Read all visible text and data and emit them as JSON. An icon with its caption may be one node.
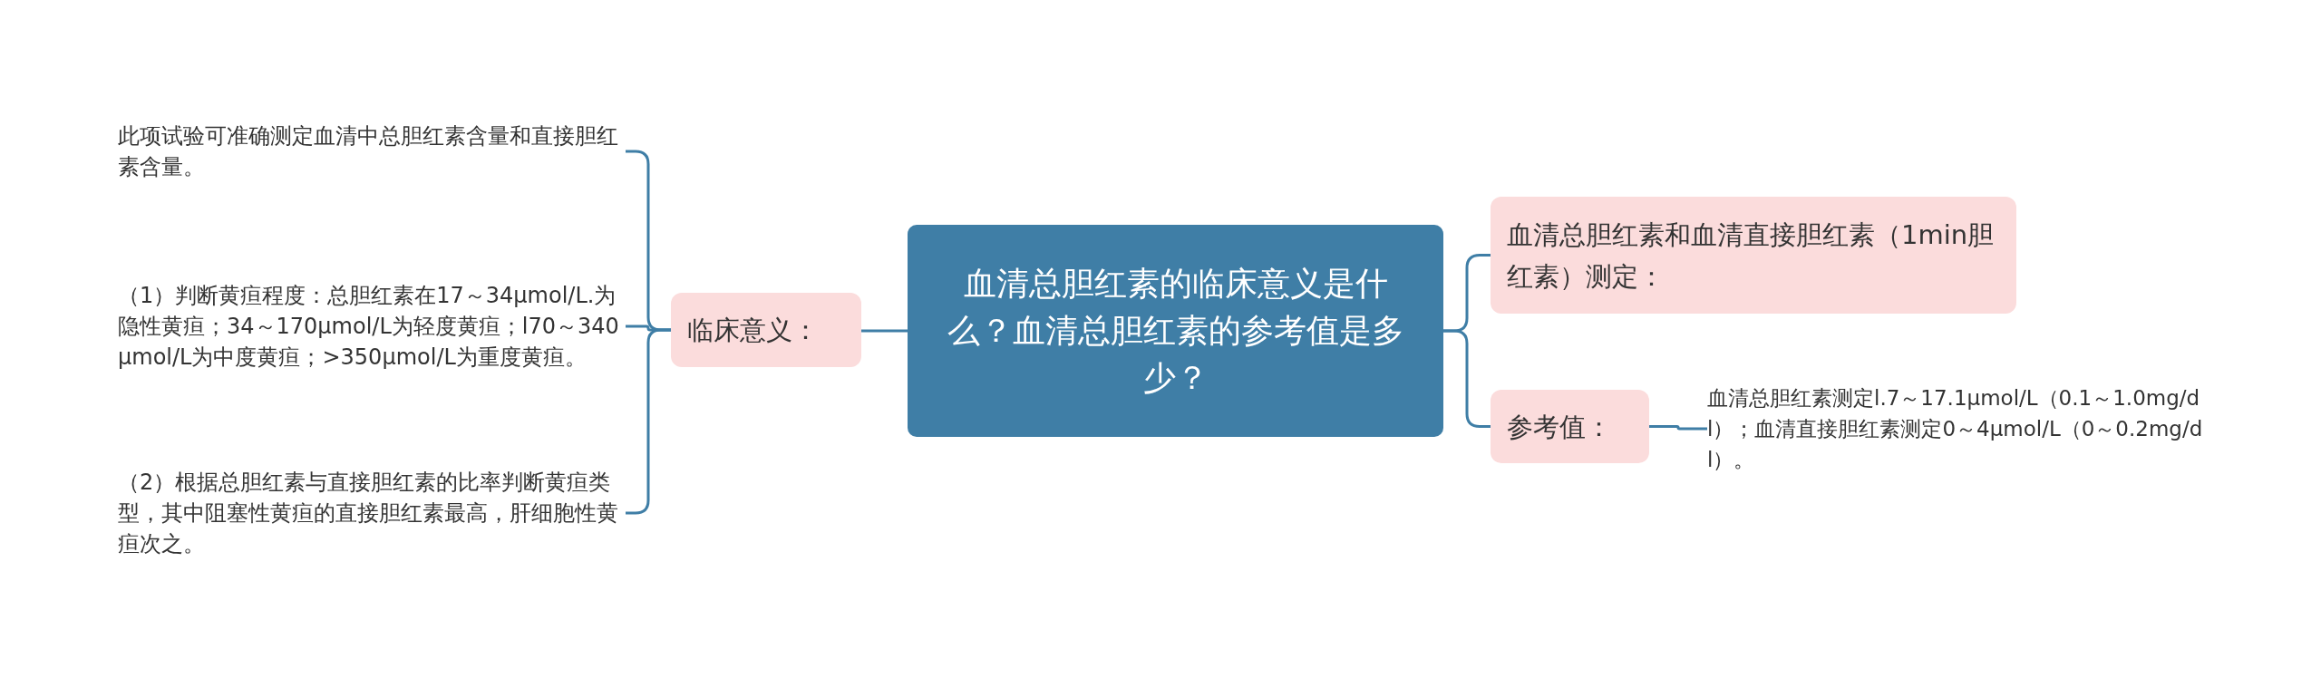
{
  "diagram": {
    "nodes": [
      {
        "text": [
          "血清总胆红素的临床意义是什么？血清总胆红素的参考值是多少？"
        ]
      },
      {
        "text": [
          "临床意义："
        ]
      },
      {
        "text": [
          "此项试验可准确测定血清中总胆红素含量和直接胆红素含量。"
        ]
      },
      {
        "text": [
          "（1）判断黄疸程度：总胆红素在17～34μmol/L.为隐性黄疸；34～170μmol/L为轻度黄疸；l70～340μmol/L为中度黄疸；>350μmol/L为重度黄疸。"
        ]
      },
      {
        "text": [
          "（2）根据总胆红素与直接胆红素的比率判断黄疸类型，其中阻塞性黄疸的直接胆红素最高，肝细胞性黄疸次之。"
        ]
      },
      {
        "text": [
          "血清总胆红素和血清直接胆红素（1min胆红素）测定："
        ]
      },
      {
        "text": [
          "参考值："
        ]
      },
      {
        "text": [
          "血清总胆红素测定l.7～17.1μmol/L（0.1～1.0mg/dl）；血清直接胆红素测定0～4μmol/L（0～0.2mg/dl）。"
        ]
      }
    ],
    "edges": [
      {
        "from": 0,
        "to": 1,
        "arrow": "none"
      },
      {
        "from": 1,
        "to": 2,
        "arrow": "none"
      },
      {
        "from": 1,
        "to": 3,
        "arrow": "none"
      },
      {
        "from": 1,
        "to": 4,
        "arrow": "none"
      },
      {
        "from": 0,
        "to": 5,
        "arrow": "none"
      },
      {
        "from": 0,
        "to": 6,
        "arrow": "none"
      },
      {
        "from": 6,
        "to": 7,
        "arrow": "none"
      }
    ]
  }
}
